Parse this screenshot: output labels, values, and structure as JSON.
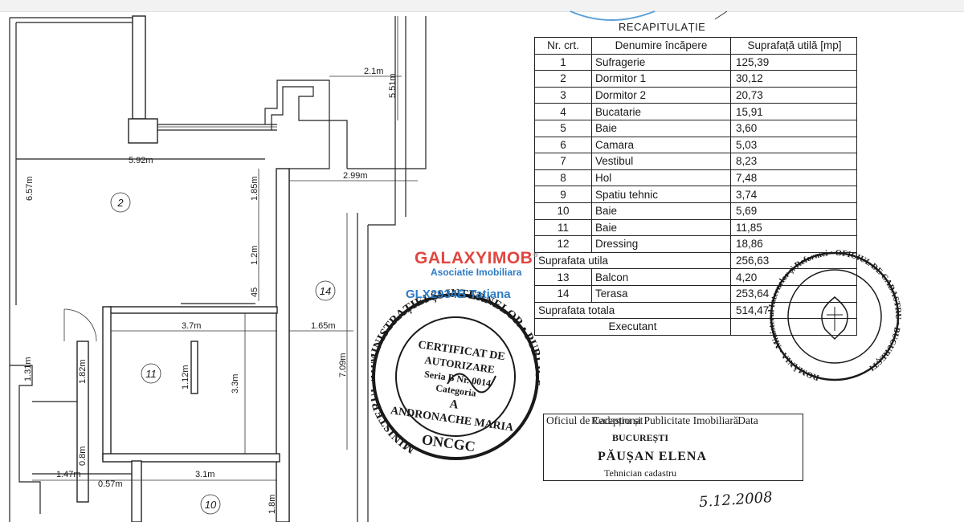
{
  "recap": {
    "title": "RECAPITULAȚIE",
    "headers": {
      "nr": "Nr. crt.",
      "name": "Denumire încăpere",
      "area": "Suprafață utilă [mp]"
    },
    "rows": [
      {
        "nr": "1",
        "name": "Sufragerie",
        "area": "125,39"
      },
      {
        "nr": "2",
        "name": "Dormitor 1",
        "area": "30,12"
      },
      {
        "nr": "3",
        "name": "Dormitor 2",
        "area": "20,73"
      },
      {
        "nr": "4",
        "name": "Bucatarie",
        "area": "15,91"
      },
      {
        "nr": "5",
        "name": "Baie",
        "area": "3,60"
      },
      {
        "nr": "6",
        "name": "Camara",
        "area": "5,03"
      },
      {
        "nr": "7",
        "name": "Vestibul",
        "area": "8,23"
      },
      {
        "nr": "8",
        "name": "Hol",
        "area": "7,48"
      },
      {
        "nr": "9",
        "name": "Spatiu tehnic",
        "area": "3,74"
      },
      {
        "nr": "10",
        "name": "Baie",
        "area": "5,69"
      },
      {
        "nr": "11",
        "name": "Baie",
        "area": "11,85"
      },
      {
        "nr": "12",
        "name": "Dressing",
        "area": "18,86"
      }
    ],
    "useful_label": "Suprafata utila",
    "useful_value": "256,63",
    "extra_rows": [
      {
        "nr": "13",
        "name": "Balcon",
        "area": "4,20"
      },
      {
        "nr": "14",
        "name": "Terasa",
        "area": "253,64"
      }
    ],
    "total_label": "Suprafata totala",
    "total_value": "514,47",
    "executant_label": "Executant"
  },
  "plan": {
    "dimensions": {
      "d_2_1": "2.1m",
      "d_5_51": "5.51m",
      "d_5_92": "5.92m",
      "d_6_57": "6.57m",
      "d_2_99": "2.99m",
      "d_1_85": "1.85m",
      "d_1_2": "1.2m",
      "d_45": "45",
      "d_3_7": "3.7m",
      "d_1_65": "1.65m",
      "d_1_12": "1.12m",
      "d_3_3": "3.3m",
      "d_7_09": "7.09m",
      "d_1_31": "1.31m",
      "d_1_82": "1.82m",
      "d_0_8": "0.8m",
      "d_1_47": "1.47m",
      "d_0_57": "0.57m",
      "d_3_1": "3.1m",
      "d_1_8": "1.8m"
    },
    "room_numbers": {
      "r2": "2",
      "r14": "14",
      "r11": "11",
      "r10": "10"
    }
  },
  "watermark": {
    "brand": "GALAXYIMOB",
    "registered": "®",
    "subtitle": "Asociatie Imobiliara",
    "code": "GLX2934B   Tatiana"
  },
  "stamp_left": {
    "ring_text": "MINISTERUL ADMINISTRAȚIEI ȘI INTERNELOR • PUBLICE",
    "line1": "CERTIFICAT DE",
    "line2": "AUTORIZARE",
    "line3": "Seria B Nr. 0014",
    "line4": "Categoria",
    "line5": "A",
    "line6": "ANDRONACHE MARIA",
    "line7": "ONCGC"
  },
  "stamp_right": {
    "ring_text": "ROMÂNIA • Ministerul Internelor și Reformei • OFICIUL DE CADASTRU • BUCUREȘTI"
  },
  "oficiu": {
    "header": "Oficiul de Cadastru și Publicitate Imobiliară",
    "header_date": "Data",
    "receptionat": "Recepționat",
    "city": "BUCUREȘTI",
    "name": "PĂUȘAN ELENA",
    "role": "Tehnician cadastru",
    "signature_date": "5.12.2008"
  },
  "colors": {
    "brand_red": "#e0463f",
    "brand_blue": "#2c7cc4",
    "ink": "#1a1a1a"
  }
}
